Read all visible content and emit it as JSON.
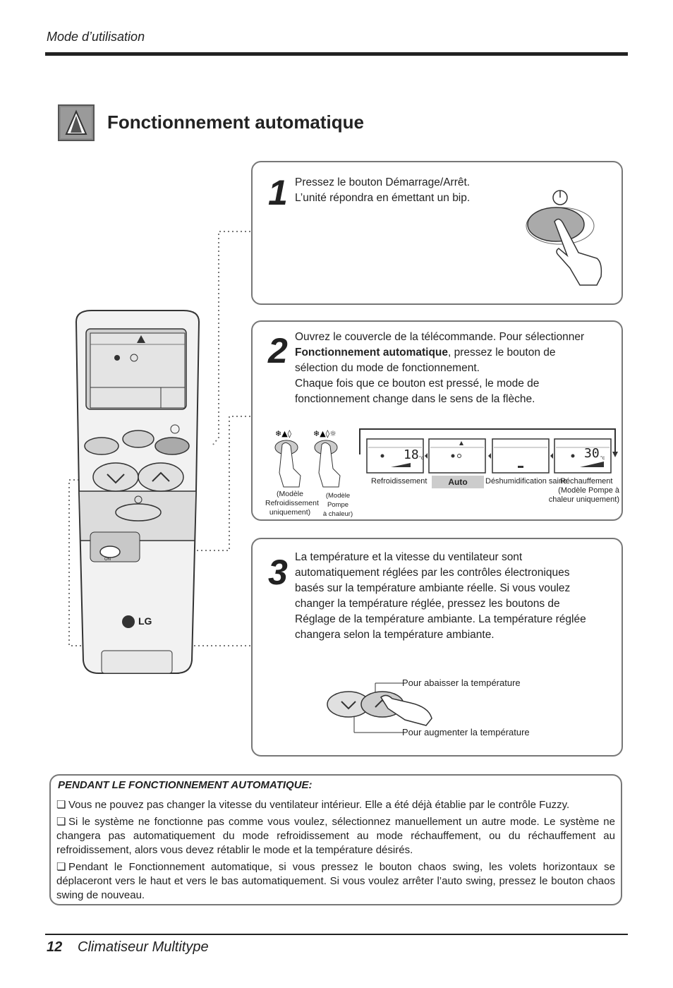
{
  "header": {
    "title": "Mode d’utilisation"
  },
  "section": {
    "title": "Fonctionnement automatique",
    "icon": "auto-mode-icon"
  },
  "step1": {
    "number": "1",
    "lines": [
      "Pressez le bouton Démarrage/Arrêt.",
      "L’unité répondra en émettant un bip."
    ]
  },
  "step2": {
    "number": "2",
    "line1": "Ouvrez le couvercle de la télécommande. Pour sélectionner",
    "bold": "Fonctionnement automatique",
    "line2_rest": ", pressez le bouton de",
    "line3": "sélection du mode de fonctionnement.",
    "line4": "Chaque fois que ce bouton est pressé, le mode de",
    "line5": "fonctionnement change dans le sens de la flèche.",
    "model_cool": [
      "(Modèle",
      "Refroidissement",
      "uniquement)"
    ],
    "model_heat": [
      "(Modèle Pompe",
      "à chaleur)"
    ],
    "modes": {
      "cool": "Refroidissement",
      "auto": "Auto",
      "dry": "Déshumidification saine",
      "heat": "Réchauffement",
      "heat_note": [
        "(Modèle Pompe à",
        "chaleur uniquement)"
      ]
    },
    "temps": {
      "cool": "18",
      "heat": "30",
      "unit": "°c"
    }
  },
  "step3": {
    "number": "3",
    "lines": [
      "La température et la vitesse du ventilateur sont",
      "automatiquement réglées par les contrôles électroniques",
      "basés sur la température ambiante réelle. Si vous voulez",
      "changer la température réglée, pressez les boutons de",
      "Réglage de la température ambiante. La température réglée",
      "changera selon la température ambiante."
    ],
    "label_down": "Pour abaisser la température",
    "label_up": "Pour augmenter la température"
  },
  "remote": {
    "brand": "LG",
    "on_label": "ON"
  },
  "notes": {
    "title": "PENDANT LE FONCTIONNEMENT AUTOMATIQUE:",
    "bullet": "❏",
    "items": [
      "Vous ne pouvez pas changer la vitesse du ventilateur intérieur. Elle a été déjà établie par le contrôle Fuzzy.",
      "Si le système ne fonctionne pas comme vous voulez, sélectionnez manuellement un autre mode. Le système ne changera pas automatiquement du mode refroidissement au mode réchauffement, ou du réchauffement au refroidissement, alors vous devez rétablir le mode et la température désirés.",
      "Pendant le Fonctionnement automatique, si vous pressez le bouton chaos swing, les volets horizontaux se déplaceront vers le haut et vers le bas automatiquement. Si vous voulez arrêter l’auto swing, pressez le bouton chaos swing de nouveau."
    ]
  },
  "footer": {
    "page": "12",
    "title": "Climatiseur Multitype"
  }
}
